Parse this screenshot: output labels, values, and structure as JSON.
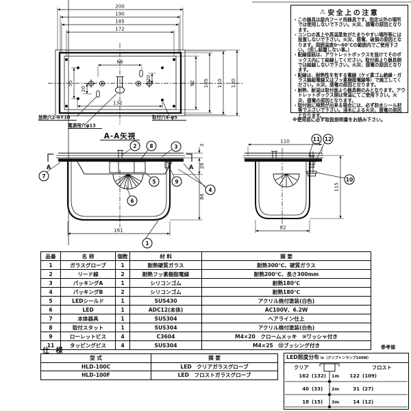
{
  "top_view": {
    "dims": {
      "w200": "200",
      "w190": "190",
      "w185": "185",
      "w172": "172",
      "w68": "68",
      "w132": "132",
      "h55": "55",
      "h20_left": "20",
      "h20_right": "20",
      "h92": "92",
      "h105": "105",
      "h110": "110",
      "h120": "120"
    },
    "labels": {
      "heat_holes": "放熱穴2-6×10",
      "power_hole": "電源用穴φ13",
      "mount_holes": "取付穴4-φ5"
    }
  },
  "section_view": {
    "title": "A-A矢視",
    "arrow_letter": "A",
    "dims": {
      "t3": "3",
      "t26": "26",
      "t86": "86",
      "w161": "161"
    },
    "callouts": {
      "c1": "1",
      "c2": "2",
      "c3": "3",
      "c4": "4",
      "c5": "5",
      "c6": "6",
      "c7": "7",
      "c8": "8",
      "c9": "9"
    }
  },
  "side_view": {
    "dims": {
      "w110": "110",
      "h115": "115",
      "w82": "82"
    },
    "callouts": {
      "c10": "10",
      "c11": "11",
      "c12": "12"
    }
  },
  "safety": {
    "icon": "⚠",
    "title": "安全上の注意",
    "bullet": "・",
    "bullets": [
      "この器具は屋内フード用器具です。指定以外の場所では使用しないで下さい。火災、感電の原因となります。",
      "コンロの真上や高温蒸気がたまりやすい場所等には設置しないで下さい。火災、感電、破損の原因となります。周囲温度0〜60℃の範囲内でご使用下さい。（但し結露しない事。）",
      "配線接続は、アウトレットボックスを設けてそのボックス内にて結線してください。取付面より器具側では結線しないで下さい。火災、感電の原因となります。",
      "配線は、耐熱性を有する電線（ケイ素ゴム絶縁・ガラス編組電線又はフッ素樹脂電線等）で施工してください。火災、感電の原因となります。",
      "耐熱、耐湿は取付面より器具側のみとなります。アウトレットボックス側は常温にてご使用下さい。火災、感電の原因となります。",
      "取付面に隙間が出来る場合には、必ず防水シール材等でふさいで下さい。浸水による火災、感電の原因となります。"
    ],
    "footnote": "※使用前に必ず取扱説明書をお読み下さい。"
  },
  "parts_table": {
    "headers": [
      "品番",
      "名 称",
      "個数",
      "材 料",
      "摘 要"
    ],
    "rows": [
      [
        "1",
        "ガラスグローブ",
        "1",
        "耐熱硬質ガラス",
        "耐熱300℃、硬質ガラス"
      ],
      [
        "2",
        "リード線",
        "2",
        "耐熱フッ素樹脂電線",
        "耐熱200℃、長さ300mm"
      ],
      [
        "3",
        "パッキングA",
        "1",
        "シリコンゴム",
        "耐熱180℃"
      ],
      [
        "4",
        "パッキングB",
        "2",
        "シリコンゴム",
        "耐熱180℃"
      ],
      [
        "5",
        "LEDシールド",
        "1",
        "SUS430",
        "アクリル焼付塗装(白色)"
      ],
      [
        "6",
        "LED",
        "1",
        "ADC12(本体)",
        "AC100V、6.2W"
      ],
      [
        "7",
        "本体器具",
        "1",
        "SUS304",
        "ヘアライン仕上"
      ],
      [
        "8",
        "取付スタット",
        "1",
        "SUS304",
        "アクリル焼付塗装(白色)"
      ],
      [
        "9",
        "ローレットビス",
        "4",
        "C3604",
        "M4×20　クロームメッキ　⑩ワッシャ付き"
      ],
      [
        "11",
        "タッピングビス",
        "4",
        "SUS304",
        "M4×25　⑫ブッシング付き"
      ]
    ]
  },
  "spec": {
    "title": "仕 様",
    "headers": [
      "型 式",
      "摘 要"
    ],
    "rows": [
      [
        "HLD-100C",
        "LED　クリアガラスグローブ"
      ],
      [
        "HLD-100F",
        "LED　フロストガラスグローブ"
      ]
    ]
  },
  "illuminance": {
    "ref_note": "参考値",
    "title": "LED照度分布",
    "unit": "lx（クリプトンランプ100W）",
    "col_left": "クリア",
    "col_right": "フロスト",
    "rows": [
      {
        "left": "162",
        "left_ref": "(132)",
        "dist": "1m",
        "right": "122",
        "right_ref": "(109)"
      },
      {
        "left": "40",
        "left_ref": "(33)",
        "dist": "2m",
        "right": "31",
        "right_ref": "(27)"
      },
      {
        "left": "18",
        "left_ref": "(15)",
        "dist": "3m",
        "right": "14",
        "right_ref": "(12)"
      }
    ]
  }
}
